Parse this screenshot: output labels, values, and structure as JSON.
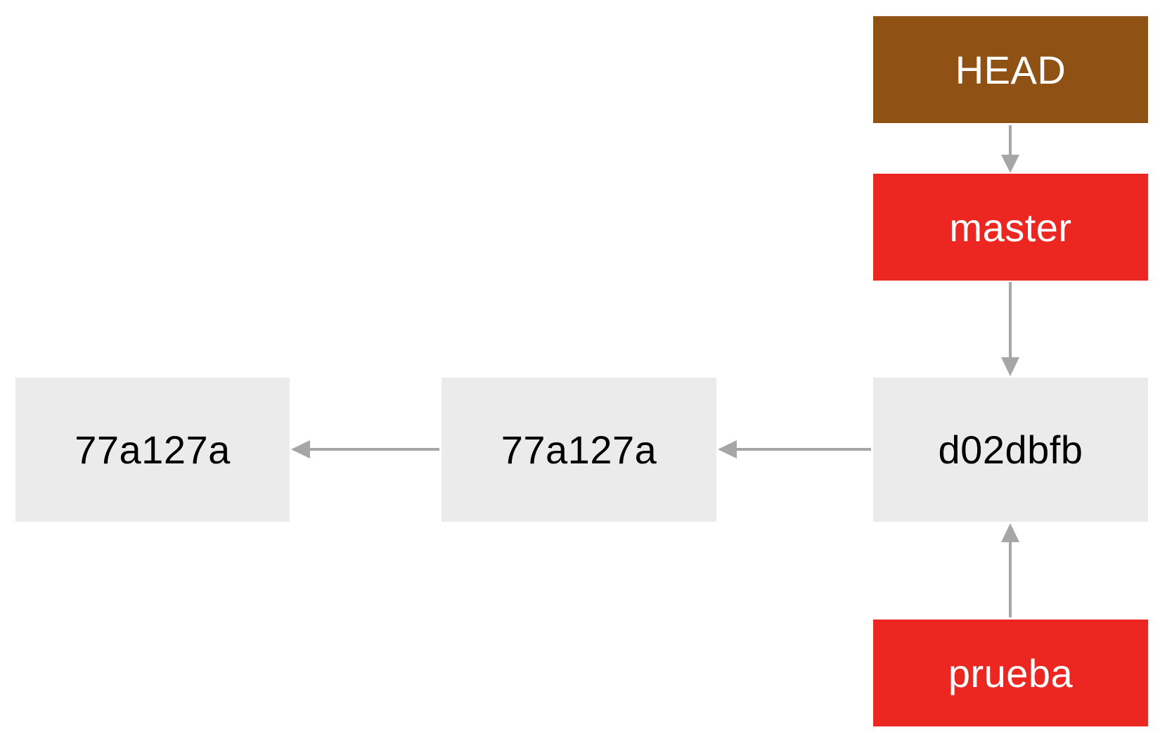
{
  "colors": {
    "head": "#8f5214",
    "branch": "#ec2621",
    "commit": "#ebebeb",
    "arrow": "#a6a6a6"
  },
  "nodes": {
    "head": {
      "label": "HEAD"
    },
    "master": {
      "label": "master"
    },
    "prueba": {
      "label": "prueba"
    },
    "commit_1": {
      "label": "77a127a"
    },
    "commit_2": {
      "label": "77a127a"
    },
    "commit_3": {
      "label": "d02dbfb"
    }
  },
  "edges": [
    {
      "from": "head",
      "to": "master"
    },
    {
      "from": "master",
      "to": "commit_3"
    },
    {
      "from": "prueba",
      "to": "commit_3"
    },
    {
      "from": "commit_3",
      "to": "commit_2"
    },
    {
      "from": "commit_2",
      "to": "commit_1"
    }
  ]
}
